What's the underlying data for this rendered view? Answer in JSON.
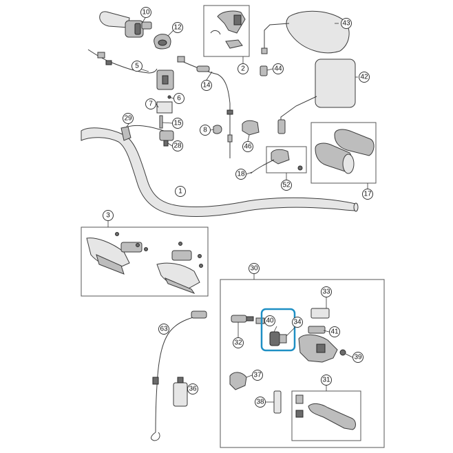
{
  "diagram": {
    "callouts": [
      {
        "id": "c10",
        "label": "10"
      },
      {
        "id": "c12",
        "label": "12"
      },
      {
        "id": "c2",
        "label": "2"
      },
      {
        "id": "c43",
        "label": "43"
      },
      {
        "id": "c5",
        "label": "5"
      },
      {
        "id": "c44",
        "label": "44"
      },
      {
        "id": "c42",
        "label": "42"
      },
      {
        "id": "c14",
        "label": "14"
      },
      {
        "id": "c6",
        "label": "6"
      },
      {
        "id": "c7",
        "label": "7"
      },
      {
        "id": "c15",
        "label": "15"
      },
      {
        "id": "c29",
        "label": "29"
      },
      {
        "id": "c8",
        "label": "8"
      },
      {
        "id": "c28",
        "label": "28"
      },
      {
        "id": "c46",
        "label": "46"
      },
      {
        "id": "c18",
        "label": "18"
      },
      {
        "id": "c52",
        "label": "52"
      },
      {
        "id": "c17",
        "label": "17"
      },
      {
        "id": "c1",
        "label": "1"
      },
      {
        "id": "c3",
        "label": "3"
      },
      {
        "id": "c30",
        "label": "30"
      },
      {
        "id": "c33",
        "label": "33"
      },
      {
        "id": "c40",
        "label": "40"
      },
      {
        "id": "c34",
        "label": "34"
      },
      {
        "id": "c41",
        "label": "41"
      },
      {
        "id": "c32",
        "label": "32"
      },
      {
        "id": "c39",
        "label": "39"
      },
      {
        "id": "c63",
        "label": "63"
      },
      {
        "id": "c37",
        "label": "37"
      },
      {
        "id": "c31",
        "label": "31"
      },
      {
        "id": "c36",
        "label": "36"
      },
      {
        "id": "c38",
        "label": "38"
      }
    ],
    "highlight_color": "#1e8fc4"
  }
}
